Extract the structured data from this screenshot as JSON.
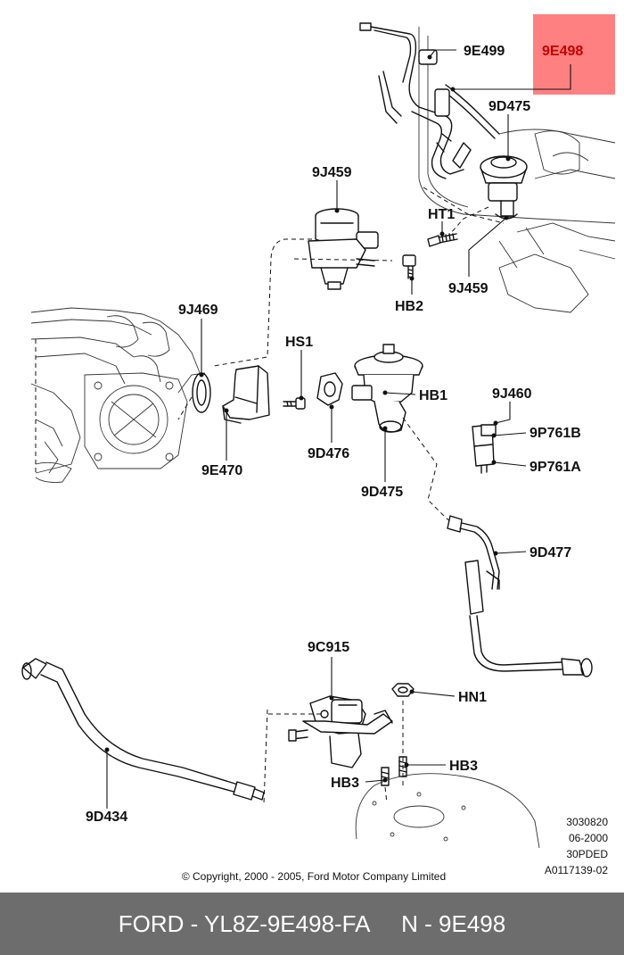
{
  "highlight": {
    "label": "9E498",
    "color": "#ff8080",
    "text_color": "#c40000"
  },
  "callouts": {
    "c_9e499": "9E499",
    "c_9d475_top": "9D475",
    "c_9j459_top": "9J459",
    "c_ht1": "HT1",
    "c_hb2": "HB2",
    "c_9j459_right": "9J459",
    "c_9j469": "9J469",
    "c_hs1": "HS1",
    "c_hb1": "HB1",
    "c_9j460": "9J460",
    "c_9p761b": "9P761B",
    "c_9p761a": "9P761A",
    "c_9e470": "9E470",
    "c_9d476": "9D476",
    "c_9d475_mid": "9D475",
    "c_9d477": "9D477",
    "c_9c915": "9C915",
    "c_hn1": "HN1",
    "c_hb3_right": "HB3",
    "c_hb3_left": "HB3",
    "c_9d434": "9D434"
  },
  "reference_codes": [
    "3030820",
    "06-2000",
    "30PDED",
    "A0117139-02"
  ],
  "copyright": "© Copyright, 2000 - 2005, Ford Motor Company Limited",
  "footer_text": "FORD - YL8Z-9E498-FA     N - 9E498",
  "footer_color": "#6d6d6d"
}
